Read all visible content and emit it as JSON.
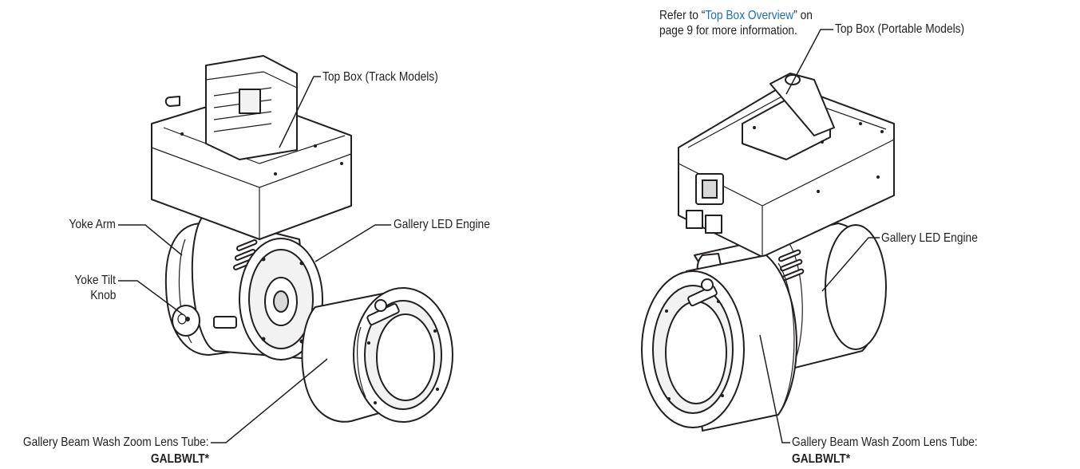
{
  "left_figure": {
    "top_box_label": "Top Box (Track Models)",
    "yoke_arm_label": "Yoke Arm",
    "yoke_tilt_knob_line1": "Yoke Tilt",
    "yoke_tilt_knob_line2": "Knob",
    "engine_label": "Gallery LED Engine",
    "lens_tube_label": "Gallery Beam Wash Zoom Lens Tube:",
    "lens_tube_part": "GALBWLT*"
  },
  "right_figure": {
    "refer_prefix": "Refer to “",
    "refer_link": "Top Box Overview",
    "refer_suffix": "” on",
    "refer_line2": "page 9 for more information.",
    "top_box_label": "Top Box (Portable Models)",
    "engine_label": "Gallery LED Engine",
    "lens_tube_label": "Gallery Beam Wash Zoom Lens Tube:",
    "lens_tube_part": "GALBWLT*"
  },
  "colors": {
    "ink": "#231f20",
    "link": "#1f6fb2",
    "shade": "#e6e6e6"
  }
}
